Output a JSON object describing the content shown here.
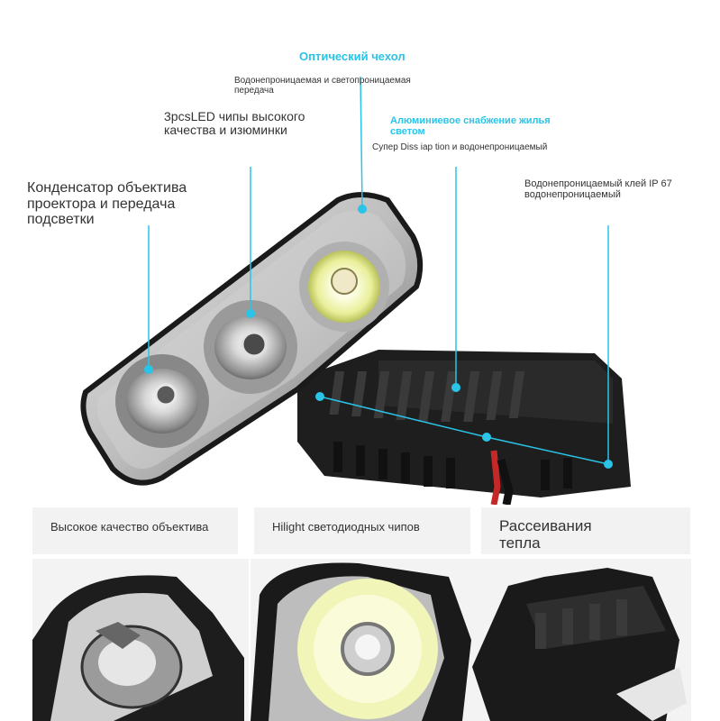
{
  "callouts": {
    "optical_cover_title": "Оптический чехол",
    "optical_cover_desc": "Водонепроницаемая и светопроницаемая передача",
    "led_chips": "3pcsLED чипы высокого качества и изюминки",
    "aluminum_title": "Алюминиевое снабжение жилья светом",
    "aluminum_desc": "Супер Diss iap tion и водонепроницаемый",
    "lens_condenser": "Конденсатор объектива проектора и передача подсветки",
    "glue": "Водонепроницаемый клей IP 67 водонепроницаемый"
  },
  "panels": [
    {
      "caption": "Высокое качество объектива"
    },
    {
      "caption": "Hilight светодиодных чипов"
    },
    {
      "caption": "Рассеивания тепла"
    }
  ],
  "colors": {
    "accent": "#29c4e8",
    "housing": "#1c1c1c",
    "led": "#f4f7c8"
  }
}
